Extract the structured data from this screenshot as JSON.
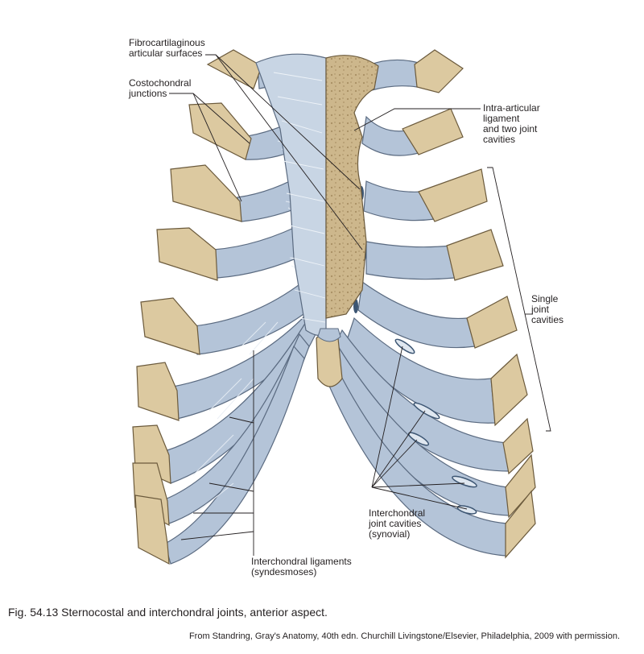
{
  "figure": {
    "caption": "Fig. 54.13 Sternocostal and interchondral joints, anterior aspect.",
    "credit": "From Standring, Gray's Anatomy, 40th edn. Churchill Livingstone/Elsevier, Philadelphia, 2009 with permission."
  },
  "labels": {
    "fibrocartilaginous": "Fibrocartilaginous\narticular surfaces",
    "costochondral": "Costochondral\njunctions",
    "intra_articular": "Intra-articular\nligament\nand two joint\ncavities",
    "single_joint": "Single\njoint\ncavities",
    "interchondral_cavities": "Interchondral\njoint cavities\n(synovial)",
    "interchondral_ligaments": "Interchondral ligaments\n(syndesmoses)"
  },
  "colors": {
    "bone": "#dcc9a0",
    "cartilage": "#b4c4d8",
    "cartilage_light": "#d3deea",
    "marrow": "#c9b48a",
    "outline": "#5a6a80",
    "cavity": "#3d5673",
    "leader": "#231f20"
  }
}
